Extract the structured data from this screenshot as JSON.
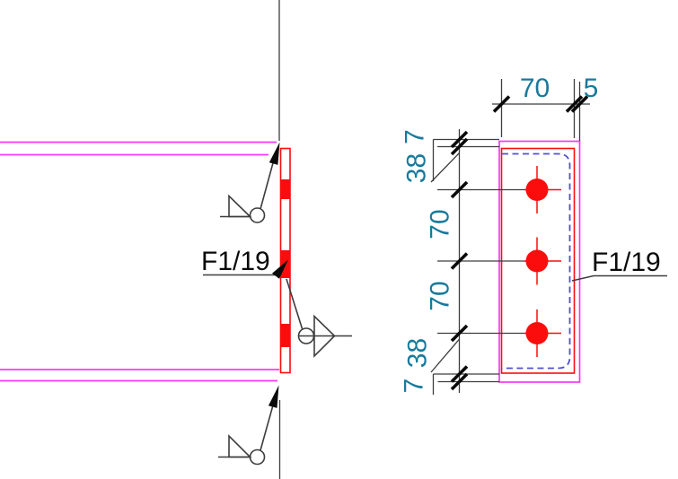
{
  "colors": {
    "plate_red": "#fb0d0d",
    "beam_magenta": "#f837f8",
    "hidden_blue": "#5450d2",
    "dim_teal": "#177a9c",
    "line_dark": "#3d3d3d",
    "ink": "#0a0a0a",
    "paper": "#ffffff"
  },
  "side_view": {
    "label": "F1/19"
  },
  "front_view": {
    "label": "F1/19",
    "dim_top_width": "70",
    "dim_top_edge": "5",
    "dim_left_chain": [
      "7",
      "38",
      "70",
      "70",
      "38",
      "7"
    ]
  }
}
